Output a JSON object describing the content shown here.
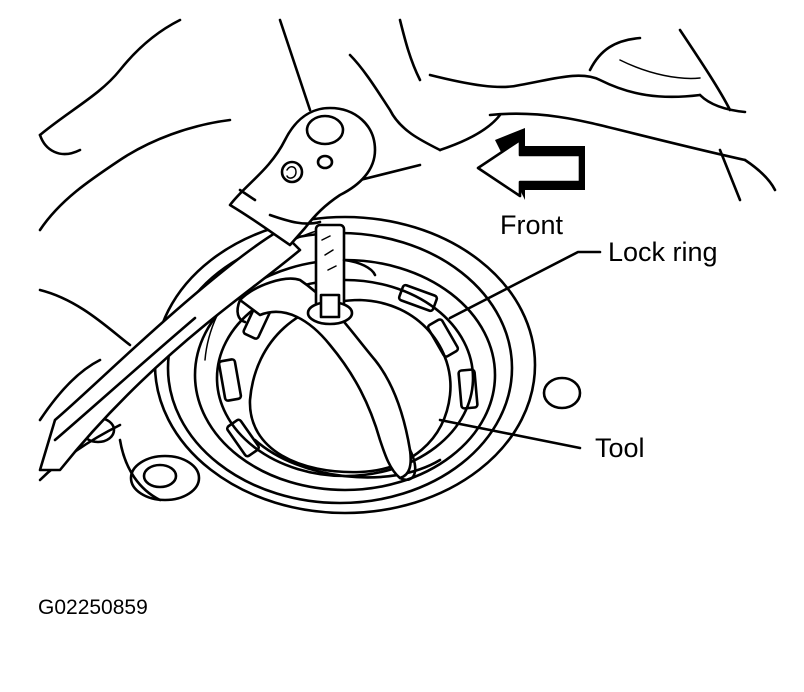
{
  "labels": {
    "front": "Front",
    "lock_ring": "Lock ring",
    "tool": "Tool",
    "figure_code": "G02250859"
  },
  "colors": {
    "line": "#000000",
    "background": "#ffffff"
  }
}
